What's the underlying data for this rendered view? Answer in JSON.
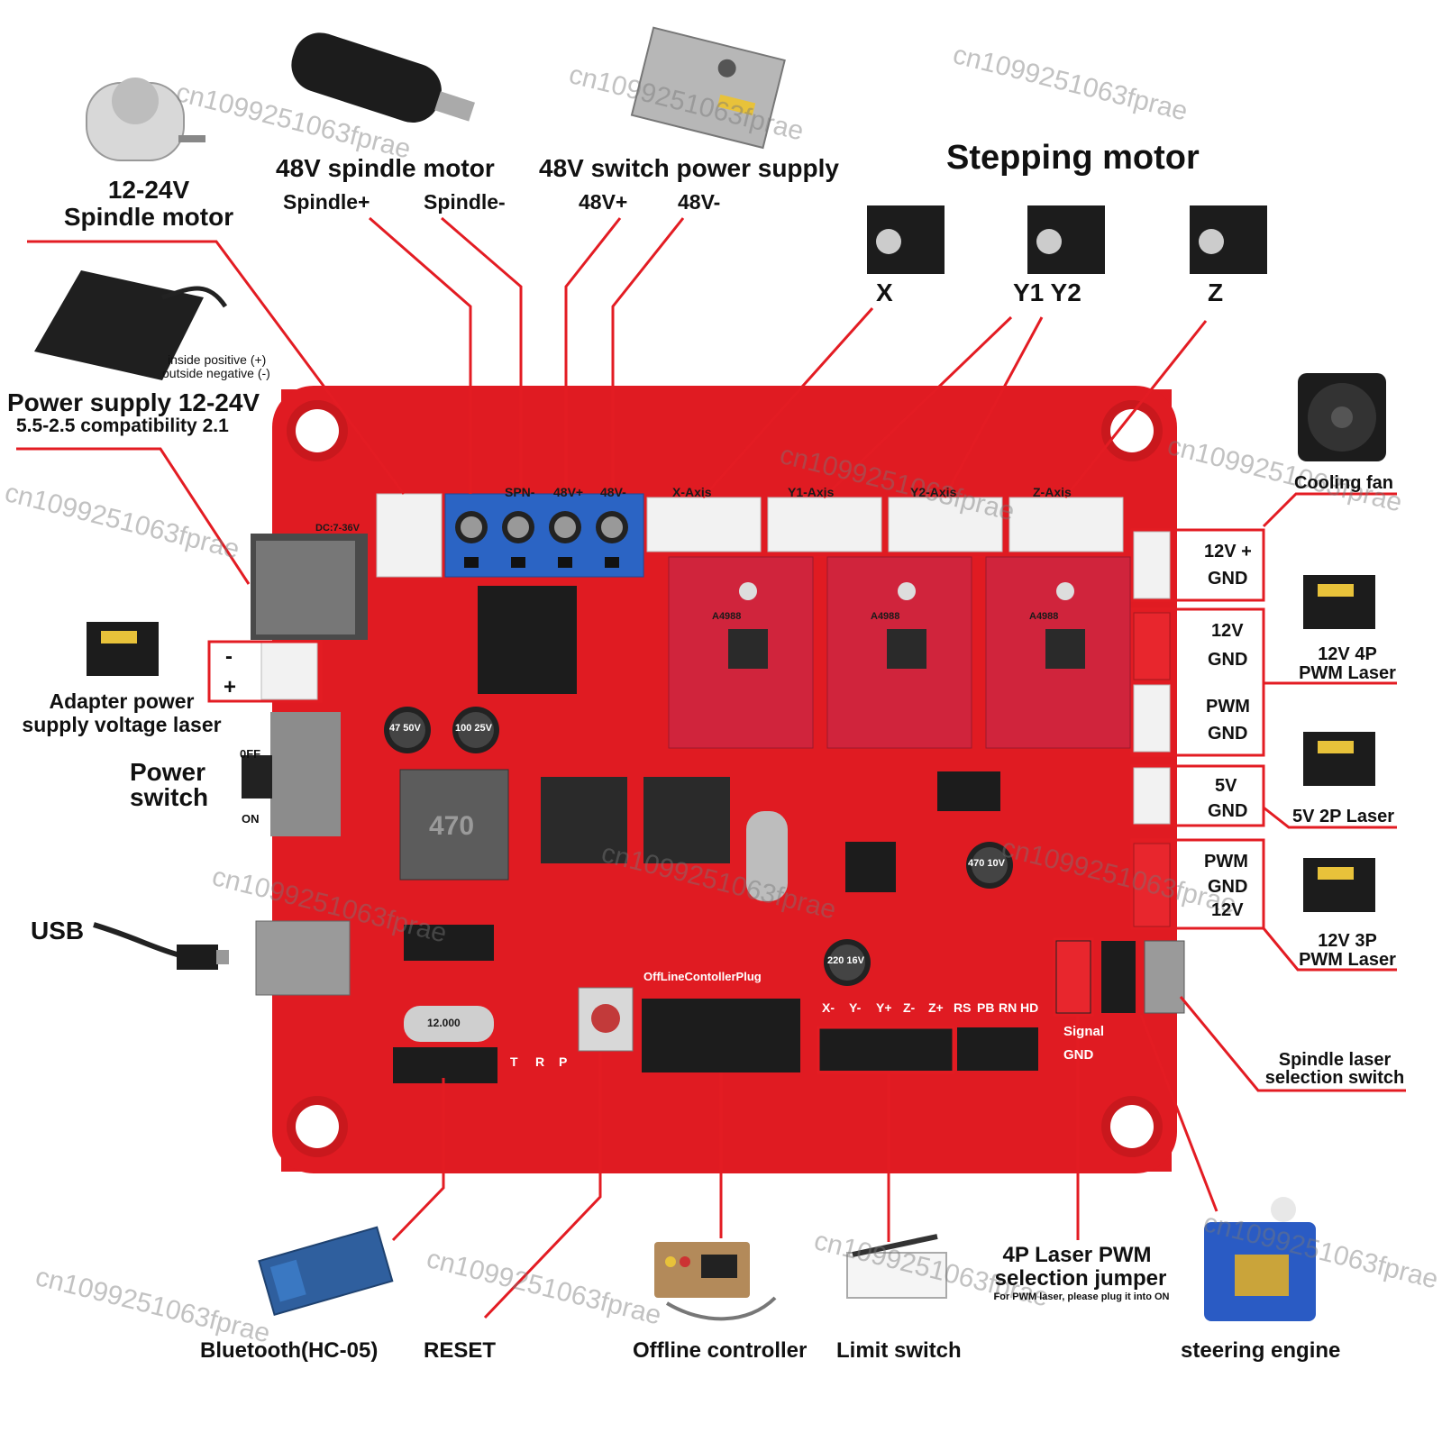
{
  "colors": {
    "board": "#e01b22",
    "callout": "#e31c23",
    "connector_white": "#f2f2f2",
    "terminal_blue": "#2b64c4",
    "driver_red": "#d0243c"
  },
  "watermark": "cn1099251063fprae",
  "labels": {
    "spindle_motor_small_voltage": "12-24V",
    "spindle_motor_small_name": "Spindle motor",
    "spindle_48v": "48V spindle motor",
    "spindle_plus": "Spindle+",
    "spindle_minus": "Spindle-",
    "switch_power_supply": "48V switch power supply",
    "v48_plus": "48V+",
    "v48_minus": "48V-",
    "stepping_motor": "Stepping motor",
    "axis_x": "X",
    "axis_y": "Y1 Y2",
    "axis_z": "Z",
    "adapter_inside": "inside positive (+)",
    "adapter_outside": "outside negative (-)",
    "power_supply": "Power supply 12-24V",
    "power_supply_compat": "5.5-2.5 compatibility 2.1",
    "laser_minus": "-",
    "laser_plus": "+",
    "adapter_laser_1": "Adapter power",
    "adapter_laser_2": "supply voltage laser",
    "power_switch_1": "Power",
    "power_switch_2": "switch",
    "off": "0FF",
    "on": "ON",
    "usb": "USB",
    "cooling_fan": "Cooling fan",
    "pin_12v_plus": "12V +",
    "pin_gnd_1": "GND",
    "pin_12v": "12V",
    "pin_gnd_2": "GND",
    "pin_pwm": "PWM",
    "pin_gnd_3": "GND",
    "laser_12v_4p_1": "12V 4P",
    "laser_12v_4p_2": "PWM Laser",
    "pin_5v": "5V",
    "pin_gnd_4": "GND",
    "laser_5v_2p": "5V 2P Laser",
    "pin_pwm_b": "PWM",
    "pin_gnd_5": "GND",
    "pin_12v_b": "12V",
    "laser_12v_3p_1": "12V 3P",
    "laser_12v_3p_2": "PWM Laser",
    "spindle_laser_switch_1": "Spindle laser",
    "spindle_laser_switch_2": "selection switch",
    "jumper_1": "4P Laser PWM",
    "jumper_2": "selection jumper",
    "jumper_note": "For PWM laser, please plug it into ON",
    "bluetooth": "Bluetooth(HC-05)",
    "reset": "RESET",
    "offline_controller": "Offline controller",
    "limit_switch": "Limit switch",
    "steering_engine": "steering engine"
  },
  "board_marks": {
    "x_axis": "X-Axis",
    "y1_axis": "Y1-Axis",
    "y2_axis": "Y2-Axis",
    "z_axis": "Z-Axis",
    "spn": "SPN-",
    "v48p": "48V+",
    "v48m": "48V-",
    "dc": "DC:7-36V",
    "cap1": "47 50V",
    "cap2": "100 25V",
    "inductor": "470",
    "crystal": "12.000",
    "cap3": "470 10V",
    "cap4": "220 16V",
    "offline_plug": "OffLineContollerPlug",
    "signal": "Signal",
    "gnd": "GND",
    "pins": [
      "X-",
      "Y-",
      "Y+",
      "Z-",
      "Z+",
      "RS",
      "PB",
      "RN",
      "HD"
    ],
    "driver_chip": "A4988",
    "trp": [
      "T",
      "R",
      "P"
    ]
  }
}
